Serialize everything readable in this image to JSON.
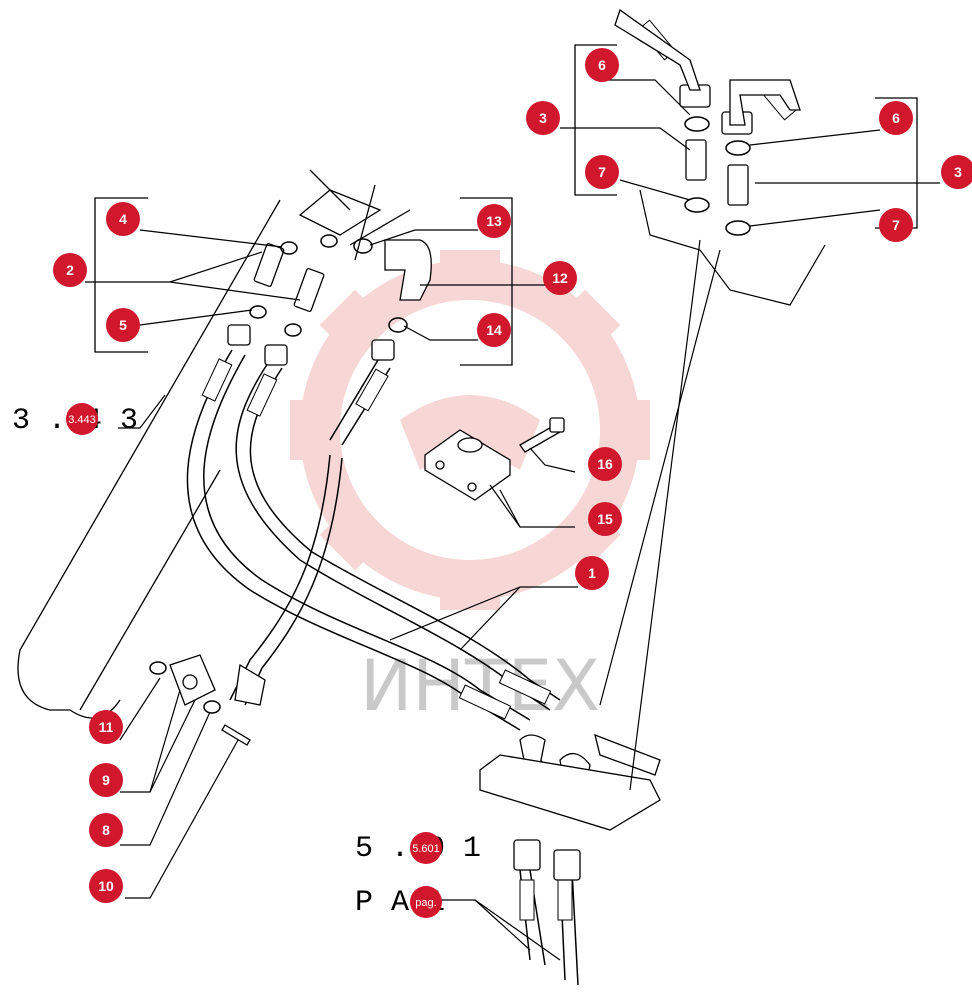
{
  "watermark": {
    "text": "ИНТЕХ",
    "color": "#c9c9c9",
    "gear_color": "#f2b5b5"
  },
  "badge_color": "#d0172c",
  "callouts": [
    {
      "id": "c1",
      "label": "1"
    },
    {
      "id": "c2",
      "label": "2"
    },
    {
      "id": "c3a",
      "label": "3"
    },
    {
      "id": "c3b",
      "label": "3"
    },
    {
      "id": "c4",
      "label": "4"
    },
    {
      "id": "c5",
      "label": "5"
    },
    {
      "id": "c6a",
      "label": "6"
    },
    {
      "id": "c6b",
      "label": "6"
    },
    {
      "id": "c7a",
      "label": "7"
    },
    {
      "id": "c7b",
      "label": "7"
    },
    {
      "id": "c8",
      "label": "8"
    },
    {
      "id": "c9",
      "label": "9"
    },
    {
      "id": "c10",
      "label": "10"
    },
    {
      "id": "c11",
      "label": "11"
    },
    {
      "id": "c12",
      "label": "12"
    },
    {
      "id": "c13",
      "label": "13"
    },
    {
      "id": "c14",
      "label": "14"
    },
    {
      "id": "c15",
      "label": "15"
    },
    {
      "id": "c16",
      "label": "16"
    }
  ],
  "references": {
    "ref_left": {
      "printed": "3 . 4  3",
      "badge": "3.443"
    },
    "ref_mid": {
      "printed": "5 .   0  1",
      "badge": "5.601"
    },
    "ref_page": {
      "printed": "P A    1",
      "badge": "pag."
    }
  }
}
